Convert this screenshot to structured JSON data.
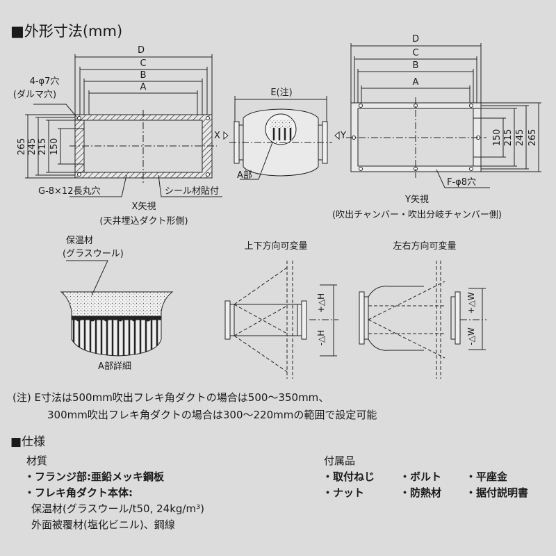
{
  "headings": {
    "dimensions": "■外形寸法(mm)",
    "specs": "■仕様"
  },
  "x_view": {
    "dim_d": "D",
    "dim_c": "C",
    "dim_b": "B",
    "dim_a": "A",
    "holes_label_1": "4-φ7穴",
    "holes_label_2": "(ダルマ穴)",
    "height_265": "265",
    "height_245": "245",
    "height_215": "215",
    "height_150": "150",
    "slot_label": "G-8×12長丸穴",
    "seal_label": "シール材貼付",
    "title": "X矢視",
    "subtitle": "(天井埋込ダクト形側)"
  },
  "side_view": {
    "dim_e": "E(注)",
    "x_arrow": "X",
    "y_arrow": "Y",
    "part_a": "A部"
  },
  "y_view": {
    "dim_d": "D",
    "dim_c": "C",
    "dim_b": "B",
    "dim_a": "A",
    "height_150": "150",
    "height_215": "215",
    "height_245": "245",
    "height_265": "265",
    "holes_label": "F-φ8穴",
    "title": "Y矢視",
    "subtitle": "(吹出チャンバー・吹出分岐チャンバー側)"
  },
  "detail_a": {
    "label_1": "保温材",
    "label_2": "(グラスウール)",
    "title": "A部詳細"
  },
  "vertical_view": {
    "title": "上下方向可変量",
    "plus_h": "+△H",
    "minus_h": "-△H"
  },
  "horizontal_view": {
    "title": "左右方向可変量",
    "plus_w": "+△W",
    "minus_w": "-△W"
  },
  "note": {
    "line1": "(注) E寸法は500mm吹出フレキ角ダクトの場合は500〜350mm、",
    "line2": "300mm吹出フレキ角ダクトの場合は300〜220mmの範囲で設定可能"
  },
  "specs": {
    "material_heading": "材質",
    "line1": "・フランジ部:亜鉛メッキ鋼板",
    "line2": "・フレキ角ダクト本体:",
    "line3": "保温材(グラスウール/t50, 24kg/m³)",
    "line4": "外面被覆材(塩化ビニル)、鋼線",
    "accessories_heading": "付属品",
    "acc": [
      "・取付ねじ",
      "・ボルト",
      "・平座金",
      "・ナット",
      "・防熱材",
      "・据付説明書"
    ]
  }
}
